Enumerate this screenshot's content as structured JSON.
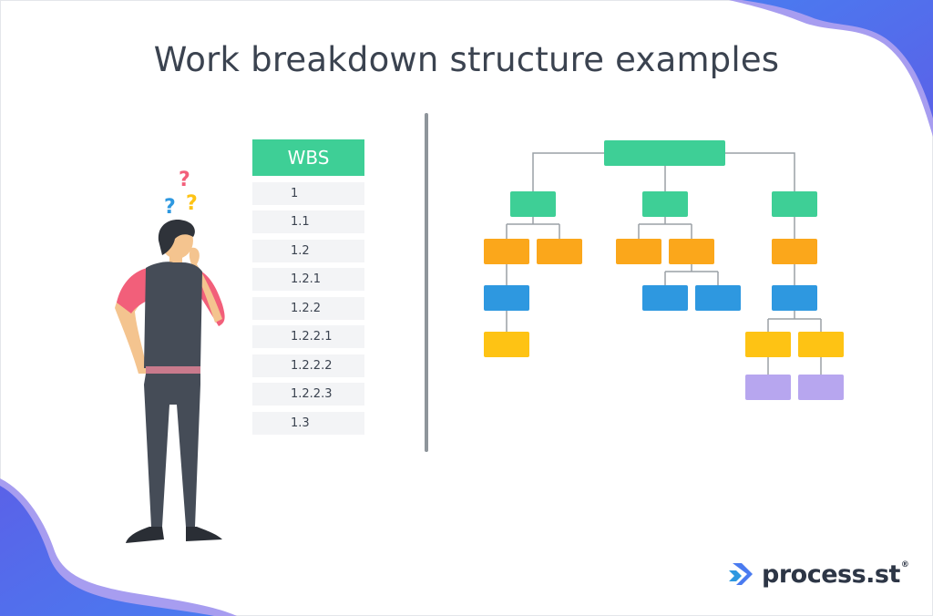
{
  "title": "Work breakdown structure examples",
  "wbs": {
    "header": "WBS",
    "rows": [
      "1",
      "1.1",
      "1.2",
      "1.2.1",
      "1.2.2",
      "1.2.2.1",
      "1.2.2.2",
      "1.2.2.3",
      "1.3"
    ]
  },
  "tree_levels": [
    {
      "level": 1,
      "color": "#3ecf96"
    },
    {
      "level": 2,
      "color": "#3ecf96"
    },
    {
      "level": 3,
      "color": "#fba71b"
    },
    {
      "level": 4,
      "color": "#2e98e0"
    },
    {
      "level": 5,
      "color": "#fec314"
    },
    {
      "level": 6,
      "color": "#b7a6ef"
    }
  ],
  "question_marks": [
    "?",
    "?",
    "?"
  ],
  "logo": {
    "name": "process.st",
    "reg": "®"
  },
  "colors": {
    "accent_green": "#3ecf96",
    "orange": "#fba71b",
    "blue": "#2e98e0",
    "yellow": "#fec314",
    "lavender": "#b7a6ef",
    "brand_blue": "#4a7bf0"
  }
}
